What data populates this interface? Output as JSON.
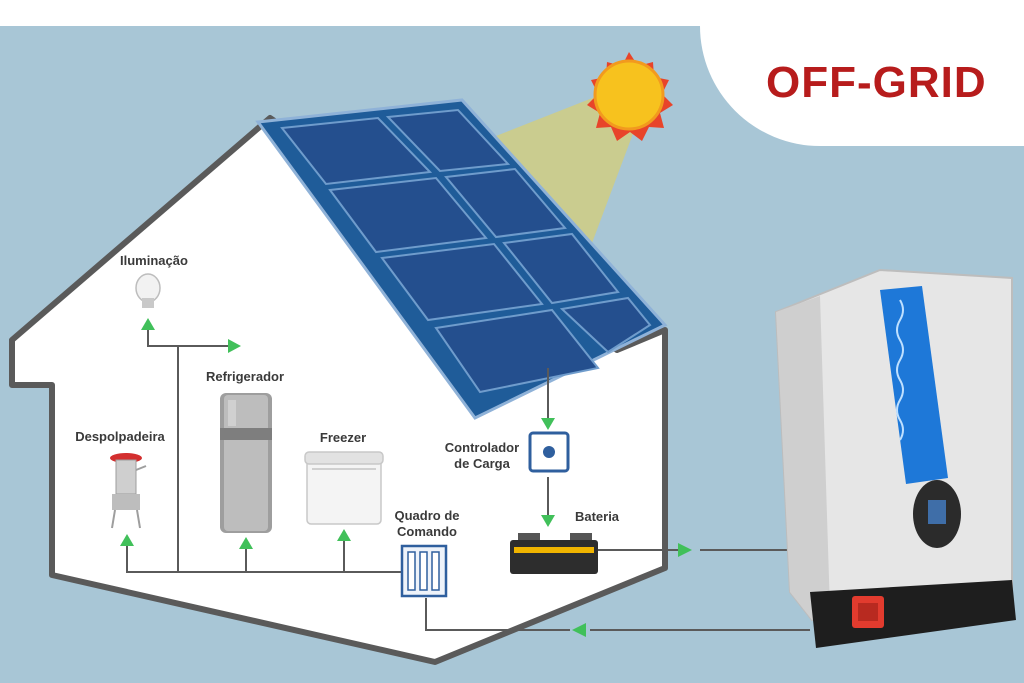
{
  "badge": {
    "text": "OFF-GRID"
  },
  "labels": {
    "iluminacao": "Iluminação",
    "refrigerador": "Refrigerador",
    "freezer": "Freezer",
    "despolpadeira": "Despolpadeira",
    "controlador_line1": "Controlador",
    "controlador_line2": "de Carga",
    "bateria": "Bateria",
    "quadro_line1": "Quadro de",
    "quadro_line2": "Comando"
  },
  "colors": {
    "background": "#a8c6d6",
    "house_outline": "#5a5a5a",
    "panel_frame": "#1f5c99",
    "panel_cell": "#244f8e",
    "arrow": "#41c05a",
    "inverter_stripe": "#1e78d8",
    "badge_text": "#b71c1c",
    "sun": "#f7c21e"
  }
}
